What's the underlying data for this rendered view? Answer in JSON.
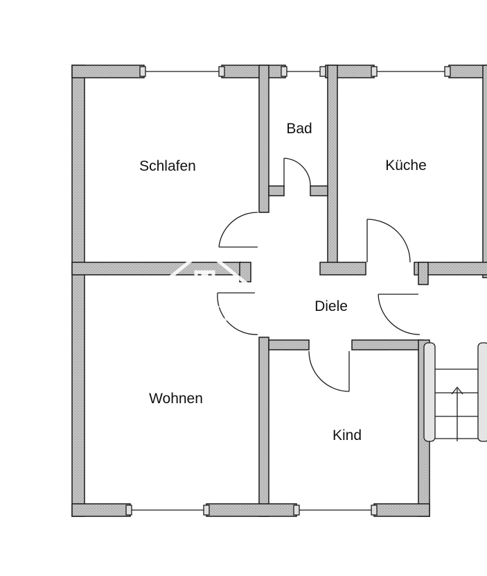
{
  "rooms": {
    "schlafen": "Schlafen",
    "bad": "Bad",
    "kueche": "Küche",
    "diele": "Diele",
    "wohnen": "Wohnen",
    "kind": "Kind"
  },
  "watermark": {
    "text": "ohne-makler"
  },
  "colors": {
    "wall_fill": "#bdbdbd",
    "wall_stroke": "#1a1a1a",
    "background": "#ffffff"
  }
}
